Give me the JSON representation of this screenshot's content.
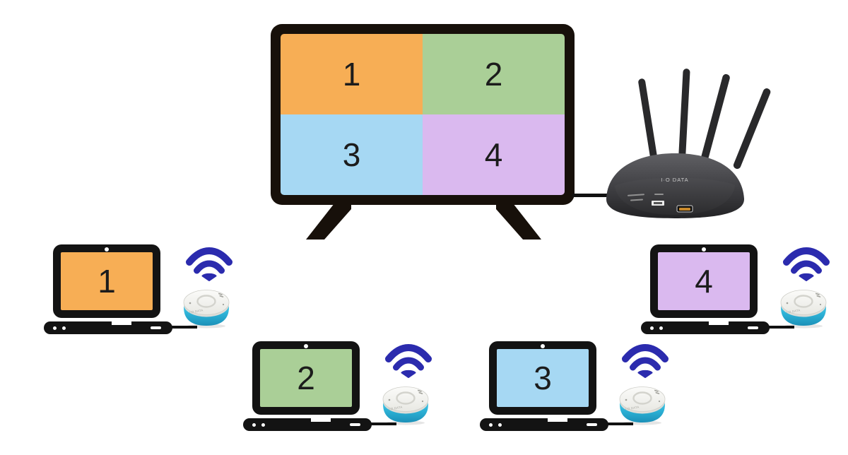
{
  "diagram": {
    "tv": {
      "quadrants": [
        {
          "label": "1",
          "color": "#F7AE55"
        },
        {
          "label": "2",
          "color": "#AACF97"
        },
        {
          "label": "3",
          "color": "#A6D8F3"
        },
        {
          "label": "4",
          "color": "#DAB9EF"
        }
      ]
    },
    "router": {
      "brand": "I·O DATA"
    },
    "pucks": {
      "brand": "I·O DATA"
    },
    "laptops": [
      {
        "label": "1",
        "color": "#F7AE55"
      },
      {
        "label": "2",
        "color": "#AACF97"
      },
      {
        "label": "3",
        "color": "#A6D8F3"
      },
      {
        "label": "4",
        "color": "#DAB9EF"
      }
    ],
    "colors": {
      "background": "#FFFFFF",
      "tv_bezel": "#17100A",
      "device_black": "#131313",
      "cable": "#111111",
      "wifi": "#2B2BAE",
      "puck_teal": "#2FB5D9",
      "router_dark": "#28282A",
      "router_mid": "#4E4E52"
    }
  }
}
